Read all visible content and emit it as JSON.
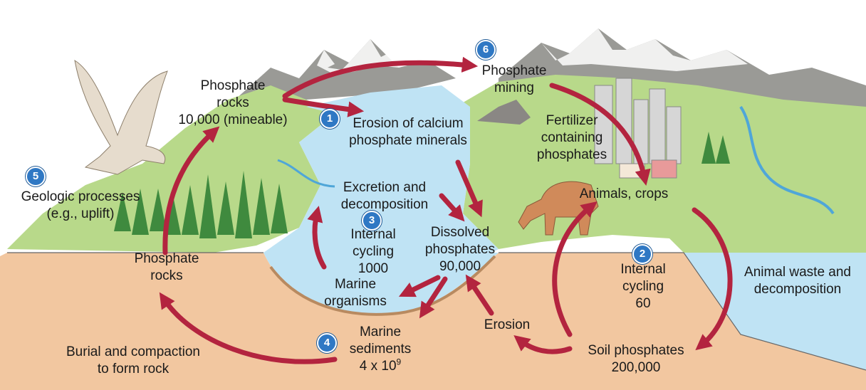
{
  "colors": {
    "arrow": "#b3243f",
    "badge": "#2f78c4",
    "water": "#bfe3f4",
    "land": "#b8d98a",
    "soil": "#f2c7a0",
    "mountain": "#9a9a96"
  },
  "steps": [
    {
      "number": "1",
      "label": "Erosion of calcium\nphosphate minerals"
    },
    {
      "number": "2",
      "label": "Internal\ncycling\n60"
    },
    {
      "number": "3",
      "label": "Internal\ncycling\n1000"
    },
    {
      "number": "4",
      "label": "Marine\nsediments\n4 x 10"
    },
    {
      "number": "5",
      "label": "Geologic processes\n(e.g., uplift)"
    },
    {
      "number": "6",
      "label": "Phosphate\nmining"
    }
  ],
  "marine_sediments_exponent": "9",
  "labels": {
    "phosphate_rocks_top": "Phosphate\nrocks\n10,000 (mineable)",
    "fertilizer": "Fertilizer\ncontaining\nphosphates",
    "excretion": "Excretion and\ndecomposition",
    "dissolved": "Dissolved\nphosphates\n90,000",
    "animals_crops": "Animals, crops",
    "phosphate_rocks_bottom": "Phosphate\nrocks",
    "marine_organisms": "Marine\norganisms",
    "animal_waste": "Animal waste and\ndecomposition",
    "erosion": "Erosion",
    "burial": "Burial and compaction\nto form rock",
    "soil_phosphates": "Soil phosphates\n200,000"
  }
}
